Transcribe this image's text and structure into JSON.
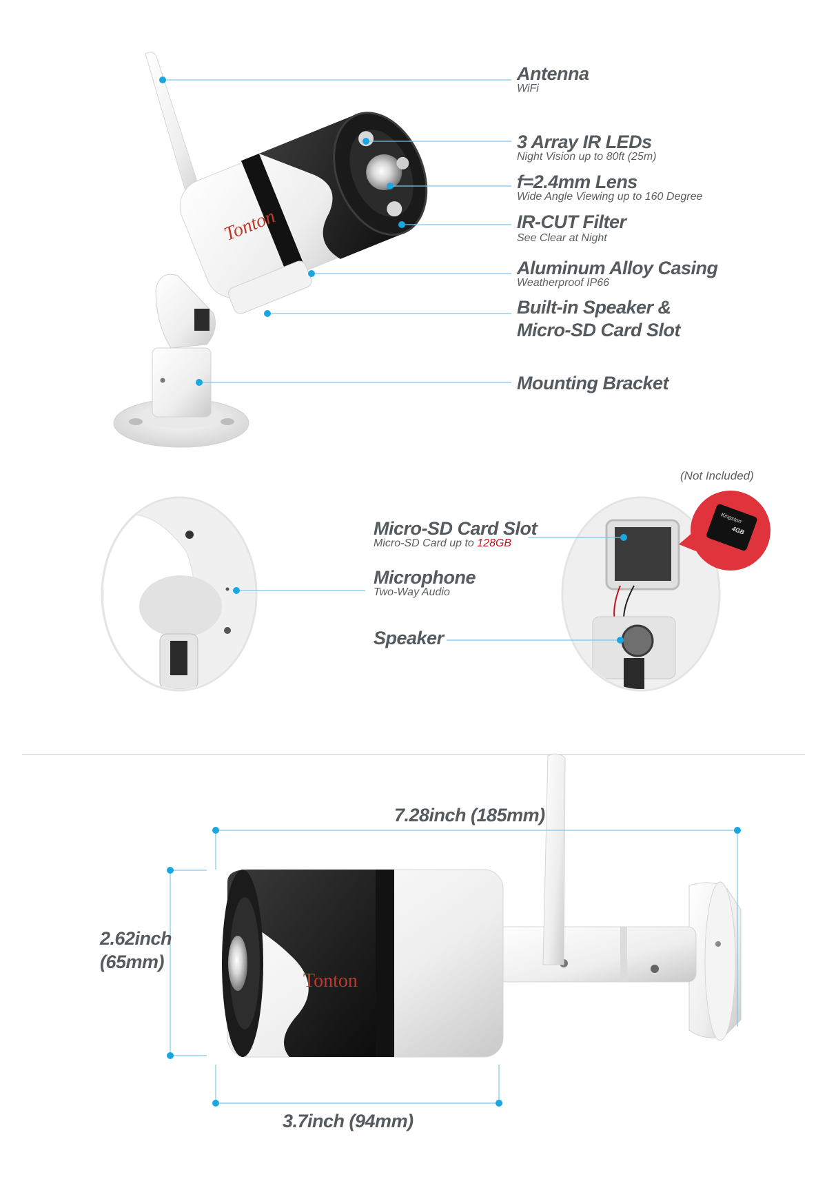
{
  "features": [
    {
      "title": "Antenna",
      "subtitle": "WiFi"
    },
    {
      "title": "3 Array IR LEDs",
      "subtitle": "Night Vision up to 80ft (25m)"
    },
    {
      "title": "f=2.4mm Lens",
      "subtitle": "Wide Angle Viewing up to 160 Degree"
    },
    {
      "title": "IR-CUT Filter",
      "subtitle": "See Clear at Night"
    },
    {
      "title": "Aluminum Alloy Casing",
      "subtitle": "Weatherproof IP66"
    },
    {
      "title": "Built-in Speaker &",
      "title2": "Micro-SD Card Slot"
    },
    {
      "title": "Mounting Bracket"
    }
  ],
  "detail": {
    "not_included": "(Not Included)",
    "sd_title": "Micro-SD Card Slot",
    "sd_sub_prefix": "Micro-SD Card up to ",
    "sd_sub_highlight": "128GB",
    "mic_title": "Microphone",
    "mic_sub": "Two-Way Audio",
    "speaker_title": "Speaker",
    "sd_card_brand": "Kingston",
    "sd_card_size": "4GB"
  },
  "brand": "Tonton",
  "dimensions": {
    "length": "7.28inch (185mm)",
    "height_line1": "2.62inch",
    "height_line2": "(65mm)",
    "depth": "3.7inch (94mm)"
  },
  "colors": {
    "dot": "#1aa7e0",
    "line": "#7cc8ea",
    "text": "#555a5e",
    "highlight": "#c0141f",
    "brand": "#c0392b",
    "sd_bg": "#e0343d"
  }
}
